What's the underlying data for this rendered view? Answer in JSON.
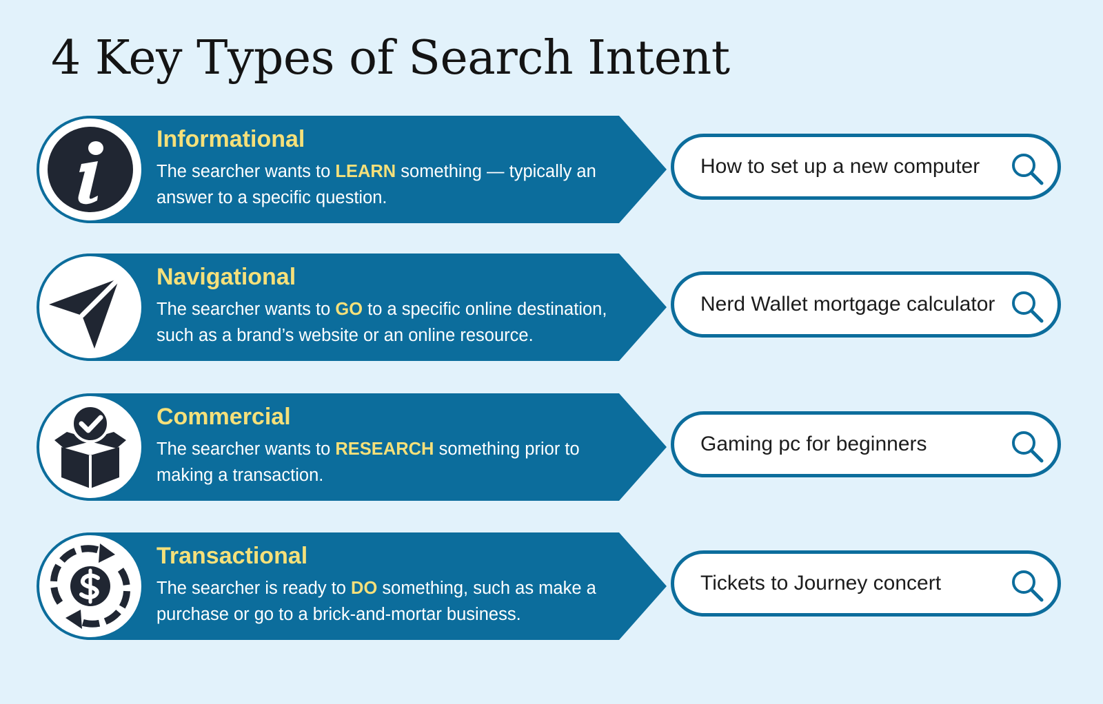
{
  "title": "4 Key Types of Search Intent",
  "colors": {
    "background": "#e2f2fb",
    "band": "#0c6d9c",
    "accent": "#f5e07a",
    "icon_dark": "#202632"
  },
  "intents": [
    {
      "name": "Informational",
      "icon": "info-icon",
      "desc_before": "The searcher wants to ",
      "keyword": "LEARN",
      "desc_after": " something — typically an answer to a specific question.",
      "example_query": "How to set up a new computer"
    },
    {
      "name": "Navigational",
      "icon": "navigation-arrow-icon",
      "desc_before": "The searcher wants to ",
      "keyword": "GO",
      "desc_after": " to a specific online destination, such as a brand’s website or an online resource.",
      "example_query": "Nerd Wallet mortgage calculator"
    },
    {
      "name": "Commercial",
      "icon": "box-check-icon",
      "desc_before": "The searcher wants to ",
      "keyword": "RESEARCH",
      "desc_after": " something prior to making a transaction.",
      "example_query": "Gaming pc for beginners"
    },
    {
      "name": "Transactional",
      "icon": "dollar-cycle-icon",
      "desc_before": "The searcher is ready to ",
      "keyword": "DO",
      "desc_after": " something, such as make a purchase or go to a brick-and-mortar business.",
      "example_query": "Tickets to Journey concert"
    }
  ]
}
